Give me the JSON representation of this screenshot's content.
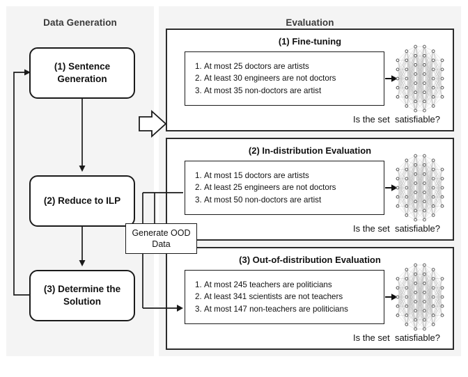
{
  "sections": {
    "data_generation": {
      "title": "Data Generation",
      "steps": [
        {
          "label": "(1) Sentence Generation"
        },
        {
          "label": "(2) Reduce to ILP"
        },
        {
          "label": "(3) Determine the Solution"
        }
      ]
    },
    "evaluation": {
      "title": "Evaluation",
      "cards": [
        {
          "title": "(1) Fine-tuning",
          "sentences": [
            {
              "num": "1.",
              "text": "At most 25 doctors are artists"
            },
            {
              "num": "2.",
              "text": "At least 30 engineers are not doctors"
            },
            {
              "num": "3.",
              "text": "At most 35 non-doctors are artist"
            }
          ],
          "question": "Is the set  satisfiable?",
          "model": "neural-network"
        },
        {
          "title": "(2) In-distribution Evaluation",
          "sentences": [
            {
              "num": "1.",
              "text": "At most 15 doctors are artists"
            },
            {
              "num": "2.",
              "text": "At least 25 engineers are not doctors"
            },
            {
              "num": "3.",
              "text": "At most 50 non-doctors are artist"
            }
          ],
          "question": "Is the set  satisfiable?",
          "model": "neural-network"
        },
        {
          "title": "(3) Out-of-distribution Evaluation",
          "sentences": [
            {
              "num": "1.",
              "text": "At most 245 teachers are politicians"
            },
            {
              "num": "2.",
              "text": "At least 341 scientists are not teachers"
            },
            {
              "num": "3.",
              "text": "At most 147 non-teachers are politicians"
            }
          ],
          "question": "Is the set  satisfiable?",
          "model": "neural-network"
        }
      ]
    }
  },
  "ood_box": {
    "label": "Generate OOD Data"
  },
  "colors": {
    "panel_background": "#f4f4f4",
    "page_background": "#ffffff",
    "stroke": "#1a1a1a",
    "card_stroke": "#2b2b2b",
    "title_text": "#3a3a3a",
    "body_text": "#111111",
    "nn_node_stroke": "#4a4a4a",
    "nn_edge": "#b8b8b8"
  },
  "nn_spec": {
    "layers": [
      5,
      7,
      8,
      8,
      7,
      5
    ],
    "description": "fully-connected feed-forward network"
  }
}
